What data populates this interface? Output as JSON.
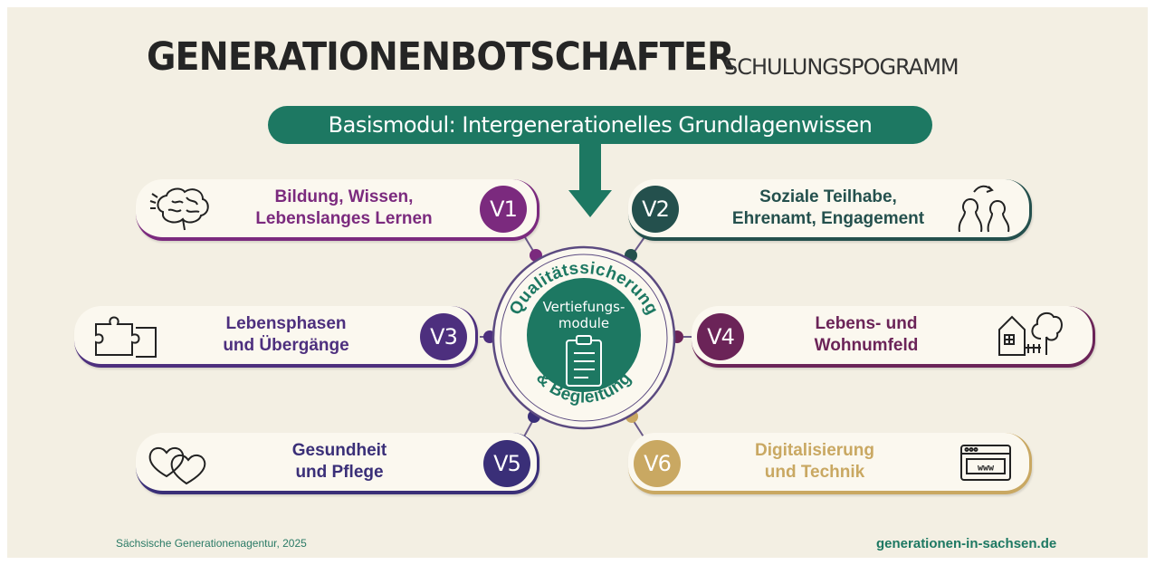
{
  "title": "GENERATIONENBOTSCHAFTER",
  "subtitle": "SCHULUNGSPOGRAMM",
  "basismodul": "Basismodul: Intergenerationelles Grundlagenwissen",
  "center": {
    "ring_top": "Qualitätssicherung",
    "ring_bottom": "& Begleitung",
    "inner_line1": "Vertiefungs-",
    "inner_line2": "module"
  },
  "modules": [
    {
      "id": "V1",
      "line1": "Bildung, Wissen,",
      "line2": "Lebenslanges Lernen",
      "color": "#7b2a7e",
      "icon": "brain-icon"
    },
    {
      "id": "V2",
      "line1": "Soziale Teilhabe,",
      "line2": "Ehrenamt, Engagement",
      "color": "#24504d",
      "icon": "people-talking-icon"
    },
    {
      "id": "V3",
      "line1": "Lebensphasen",
      "line2": "und Übergänge",
      "color": "#4d2f7e",
      "icon": "puzzle-icon"
    },
    {
      "id": "V4",
      "line1": "Lebens- und",
      "line2": "Wohnumfeld",
      "color": "#6b2458",
      "icon": "house-tree-icon"
    },
    {
      "id": "V5",
      "line1": "Gesundheit",
      "line2": "und Pflege",
      "color": "#3a2f78",
      "icon": "hearts-icon"
    },
    {
      "id": "V6",
      "line1": "Digitalisierung",
      "line2": "und Technik",
      "color": "#c9a862",
      "icon": "browser-www-icon",
      "www": "www"
    }
  ],
  "footer": {
    "left": "Sächsische Generationenagentur, 2025",
    "right": "generationen-in-sachsen.de"
  },
  "colors": {
    "teal": "#1d7862",
    "background": "#f3efe3"
  }
}
